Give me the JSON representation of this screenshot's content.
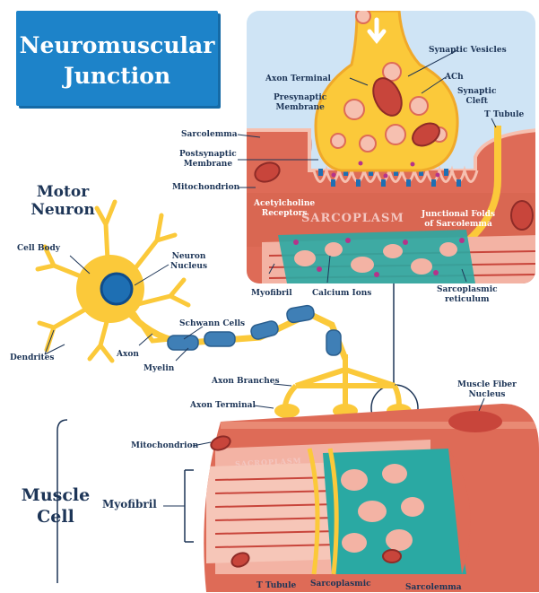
{
  "title": {
    "line1": "Neuromuscular",
    "line2": "Junction"
  },
  "sections": {
    "motor_neuron": [
      "Motor",
      "Neuron"
    ],
    "muscle_cell": [
      "Muscle",
      "Cell"
    ]
  },
  "regions": {
    "sarcoplasm_inset": "SARCOPLASM",
    "sarcoplasm_main": "SACROPLASM"
  },
  "labels": {
    "synaptic_vesicles": "Synaptic Vesicles",
    "axon_terminal_top": "Axon Terminal",
    "ach": "ACh",
    "presynaptic_membrane": [
      "Presynaptic",
      "Membrane"
    ],
    "synaptic_cleft": [
      "Synaptic",
      "Cleft"
    ],
    "t_tubule_top": "T Tubule",
    "sarcolemma": "Sarcolemma",
    "postsynaptic_membrane": [
      "Postsynaptic",
      "Membrane"
    ],
    "mitochondrion_top": "Mitochondrion",
    "ach_receptors": [
      "Acetylcholine",
      "Receptors"
    ],
    "junctional_folds": [
      "Junctional Folds",
      "of Sarcolemma"
    ],
    "myofibril_top": "Myofibril",
    "calcium_ions": "Calcium Ions",
    "sarcoplasmic_reticulum_top": [
      "Sarcoplasmic",
      "reticulum"
    ],
    "cell_body": "Cell Body",
    "neuron_nucleus": [
      "Neuron",
      "Nucleus"
    ],
    "schwann_cells": "Schwann Cells",
    "axon": "Axon",
    "dendrites": "Dendrites",
    "myelin": "Myelin",
    "axon_branches": "Axon Branches",
    "axon_terminal_bottom": "Axon Terminal",
    "muscle_fiber_nucleus": [
      "Muscle Fiber",
      "Nucleus"
    ],
    "mitochondrion_bottom": "Mitochondrion",
    "myofibril_bottom": "Myofibril",
    "t_tubule_bottom": "T Tubule",
    "sarcoplasmic_bottom": "Sarcoplasmic",
    "sarcolemma_bottom": "Sarcolemma"
  },
  "colors": {
    "brand_blue": "#1d83c9",
    "label_navy": "#1d3557",
    "neuron_yellow": "#fbc93a",
    "nucleus_blue": "#1e6fb3",
    "muscle_red": "#de6b57",
    "muscle_light": "#f6c0b0",
    "reticulum_teal": "#2aa9a3",
    "myelin_blue": "#3f7fb6",
    "inset_bg": "#cfe4f5"
  }
}
